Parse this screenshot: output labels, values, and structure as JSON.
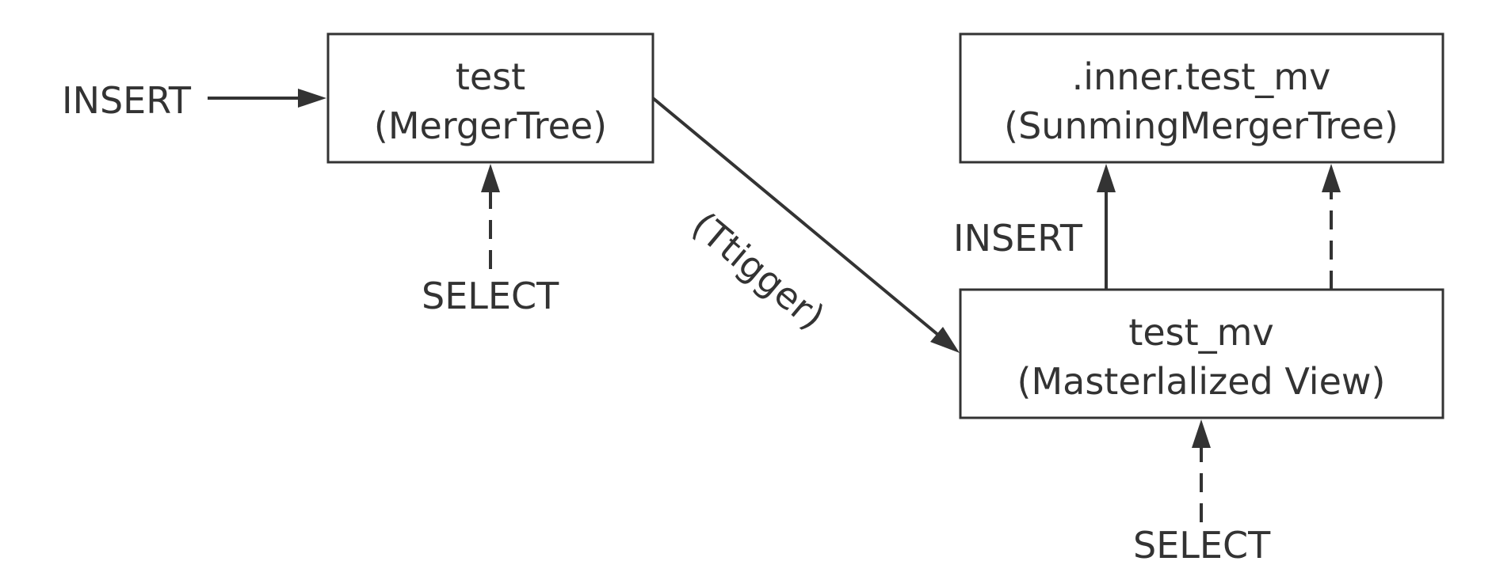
{
  "nodes": {
    "test": {
      "name": "test",
      "engine": "(MergerTree)"
    },
    "inner_test_mv": {
      "name": ".inner.test_mv",
      "engine": "(SunmingMergerTree)"
    },
    "test_mv": {
      "name": "test_mv",
      "engine": "(Masterlalized View)"
    }
  },
  "edges": {
    "insert_into_test": {
      "label": "INSERT",
      "style": "solid"
    },
    "select_from_test": {
      "label": "SELECT",
      "style": "dashed"
    },
    "trigger": {
      "label": "(Ttigger)",
      "style": "solid"
    },
    "insert_into_inner": {
      "label": "INSERT",
      "style": "solid"
    },
    "mv_reads_inner": {
      "label": "",
      "style": "dashed"
    },
    "select_from_mv": {
      "label": "SELECT",
      "style": "dashed"
    }
  },
  "colors": {
    "stroke": "#333333",
    "text": "#333333",
    "background": "#ffffff"
  }
}
